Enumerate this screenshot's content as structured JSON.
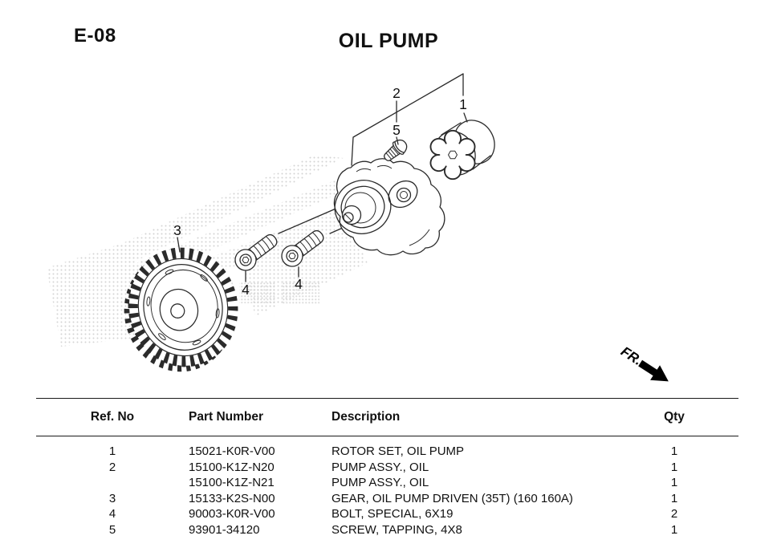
{
  "page": {
    "code": "E-08",
    "title": "OIL PUMP"
  },
  "diagram": {
    "fr_label": "FR.",
    "callouts": {
      "c1": "1",
      "c2": "2",
      "c3": "3",
      "c4a": "4",
      "c4b": "4",
      "c5": "5"
    }
  },
  "table": {
    "headers": {
      "ref": "Ref. No",
      "part": "Part Number",
      "desc": "Description",
      "qty": "Qty"
    },
    "rows": [
      {
        "ref": "1",
        "part": "15021-K0R-V00",
        "desc": "ROTOR SET, OIL PUMP",
        "qty": "1"
      },
      {
        "ref": "2",
        "part": "15100-K1Z-N20",
        "desc": "PUMP ASSY., OIL",
        "qty": "1"
      },
      {
        "ref": "",
        "part": "15100-K1Z-N21",
        "desc": "PUMP ASSY., OIL",
        "qty": "1"
      },
      {
        "ref": "3",
        "part": "15133-K2S-N00",
        "desc": "GEAR, OIL PUMP DRIVEN (35T) (160 160A)",
        "qty": "1"
      },
      {
        "ref": "4",
        "part": "90003-K0R-V00",
        "desc": "BOLT, SPECIAL, 6X19",
        "qty": "2"
      },
      {
        "ref": "5",
        "part": "93901-34120",
        "desc": "SCREW, TAPPING, 4X8",
        "qty": "1"
      }
    ]
  },
  "colors": {
    "ink": "#111111",
    "line_art": "#2b2b2b",
    "halftone_dot": "#a8a8a8"
  }
}
